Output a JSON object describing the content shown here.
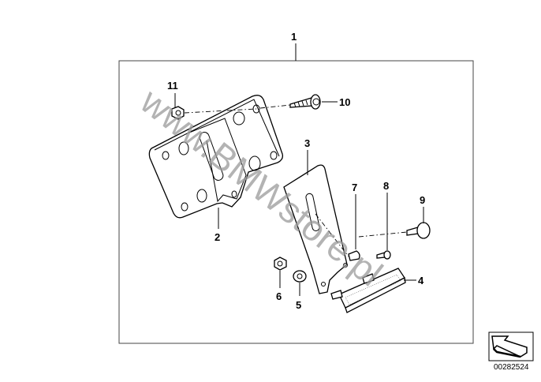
{
  "diagram": {
    "callouts": [
      "1",
      "2",
      "3",
      "4",
      "5",
      "6",
      "7",
      "8",
      "9",
      "10",
      "11"
    ],
    "watermark": "www.BMWstore.pl",
    "image_code": "00282524"
  }
}
